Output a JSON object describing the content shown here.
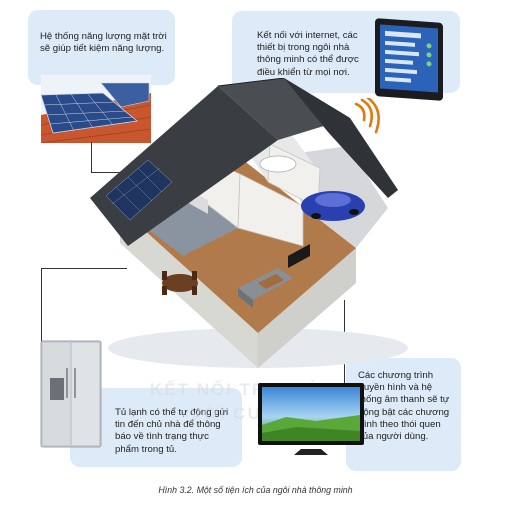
{
  "callouts": {
    "solar": {
      "text": "Hệ thống năng lượng mặt trời sẽ giúp tiết kiệm năng lượng."
    },
    "internet": {
      "text": "Kết nối với internet, các thiết bị trong ngôi nhà thông minh có thể được điều khiển từ mọi nơi."
    },
    "fridge": {
      "text": "Tủ lạnh có thể tự động gửi tin đến chủ nhà để thông báo về tình trạng thực phẩm trong tủ."
    },
    "tv": {
      "text": "Các chương trình truyền hình và hệ thống âm thanh sẽ tự động bật các chương trình theo thói quen của người dùng."
    }
  },
  "caption": "Hình 3.2. Một số tiện ích của ngôi nhà thông minh",
  "watermark": {
    "line1": "KẾT NỐI TRI THỨC",
    "line2": "VỚI CUỘC SỐNG"
  },
  "colors": {
    "callout_bg": "#dcebf7",
    "roof": "#3a3d42",
    "floor": "#b07a4a",
    "solar_panel": "#2a4a8a",
    "car": "#2a3fb0",
    "signal": "#e07a10"
  }
}
